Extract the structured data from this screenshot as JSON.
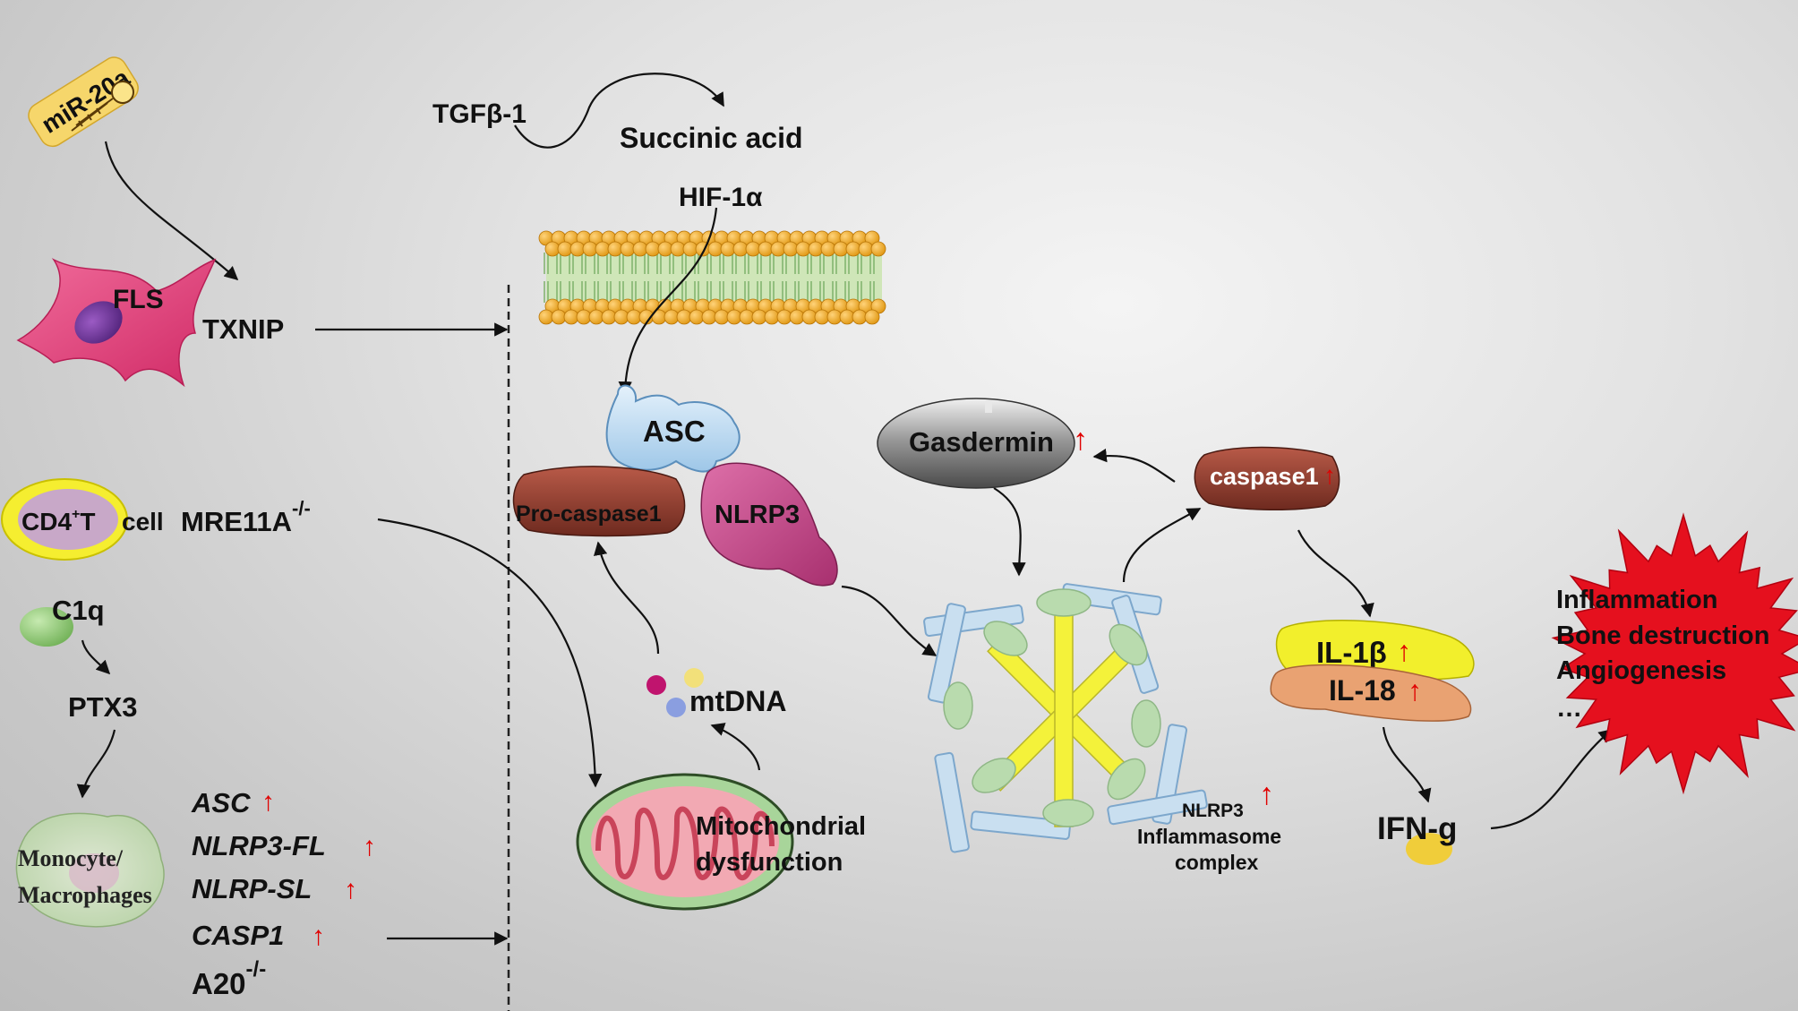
{
  "colors": {
    "up_arrow": "#e00000",
    "mirna_badge": "#f6d66b",
    "fls_cell": "#e8417a",
    "caspase": "#8c3a2c",
    "nlrp3": "#c94a8e",
    "asc": "#bcd9ef",
    "il1b": "#f2ef2c",
    "il18": "#e9a272",
    "burst": "#e5101e",
    "inflammasome_ring": "#a7c8e6",
    "inflammasome_spoke": "#f2f040",
    "mitochondria": "#ee8c9a"
  },
  "up_arrow_glyph": "↑",
  "labels": {
    "mir20a": "miR-20a",
    "fls": "FLS",
    "txnip": "TXNIP",
    "tgfb1": "TGFβ-1",
    "succinic": "Succinic acid",
    "hif1a": "HIF-1α",
    "asc": "ASC",
    "pro_caspase1": "Pro-caspase1",
    "nlrp3": "NLRP3",
    "gasdermin": "Gasdermin",
    "caspase1": "caspase1",
    "cd4_cell_pre": "CD4",
    "cd4_cell_sup": "+",
    "cd4_cell_post": "T",
    "cd4_cell_word": "cell",
    "mre11a": "MRE11A",
    "mre11a_sup": "-/-",
    "c1q": "C1q",
    "ptx3": "PTX3",
    "monocyte_line1": "Monocyte/",
    "monocyte_line2": "Macrophages",
    "asc_gene": "ASC",
    "nlrp3_fl": "NLRP3-FL",
    "nlrp_sl": "NLRP-SL",
    "casp1": "CASP1",
    "a20": "A20",
    "a20_sup": "-/-",
    "mtdna": "mtDNA",
    "mito_line1": "Mitochondrial",
    "mito_line2": "dysfunction",
    "inflammasome_line1": "NLRP3",
    "inflammasome_line2": "Inflammasome",
    "inflammasome_line3": "complex",
    "il1b": "IL-1β",
    "il18": "IL-18",
    "ifng": "IFN-g",
    "outcome_1": "Inflammation",
    "outcome_2": "Bone destruction",
    "outcome_3": "Angiogenesis",
    "outcome_4": "…"
  }
}
